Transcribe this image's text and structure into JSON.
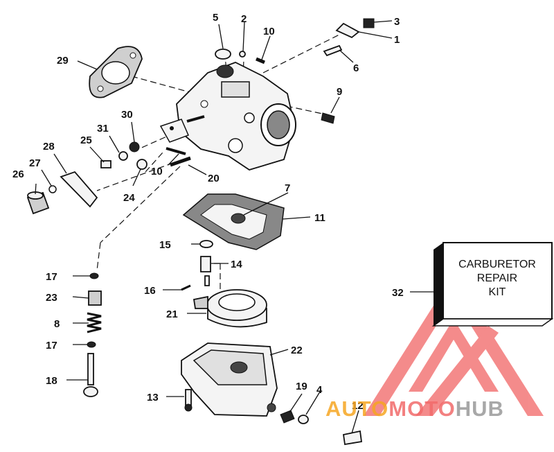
{
  "callouts": [
    {
      "id": "c1",
      "label": "1"
    },
    {
      "id": "c2",
      "label": "2"
    },
    {
      "id": "c3",
      "label": "3"
    },
    {
      "id": "c4",
      "label": "4"
    },
    {
      "id": "c5",
      "label": "5"
    },
    {
      "id": "c6",
      "label": "6"
    },
    {
      "id": "c7",
      "label": "7"
    },
    {
      "id": "c8",
      "label": "8"
    },
    {
      "id": "c9",
      "label": "9"
    },
    {
      "id": "c10a",
      "label": "10"
    },
    {
      "id": "c10b",
      "label": "10"
    },
    {
      "id": "c11",
      "label": "11"
    },
    {
      "id": "c12",
      "label": "12"
    },
    {
      "id": "c13",
      "label": "13"
    },
    {
      "id": "c14",
      "label": "14"
    },
    {
      "id": "c15",
      "label": "15"
    },
    {
      "id": "c16",
      "label": "16"
    },
    {
      "id": "c17a",
      "label": "17"
    },
    {
      "id": "c17b",
      "label": "17"
    },
    {
      "id": "c18",
      "label": "18"
    },
    {
      "id": "c19",
      "label": "19"
    },
    {
      "id": "c20",
      "label": "20"
    },
    {
      "id": "c21",
      "label": "21"
    },
    {
      "id": "c22",
      "label": "22"
    },
    {
      "id": "c23",
      "label": "23"
    },
    {
      "id": "c24",
      "label": "24"
    },
    {
      "id": "c25",
      "label": "25"
    },
    {
      "id": "c26",
      "label": "26"
    },
    {
      "id": "c27",
      "label": "27"
    },
    {
      "id": "c28",
      "label": "28"
    },
    {
      "id": "c29",
      "label": "29"
    },
    {
      "id": "c30",
      "label": "30"
    },
    {
      "id": "c31",
      "label": "31"
    },
    {
      "id": "c32",
      "label": "32"
    }
  ],
  "kit_box": {
    "line1": "CARBURETOR",
    "line2": "REPAIR",
    "line3": "KIT"
  },
  "watermark": {
    "part1": "AUTO",
    "part2": "MOTO",
    "part3": "HUB"
  },
  "colors": {
    "watermark_red": "#f05a5a",
    "watermark_orange": "#f6a623",
    "watermark_gray": "#9a9a9a",
    "ink": "#111111"
  }
}
